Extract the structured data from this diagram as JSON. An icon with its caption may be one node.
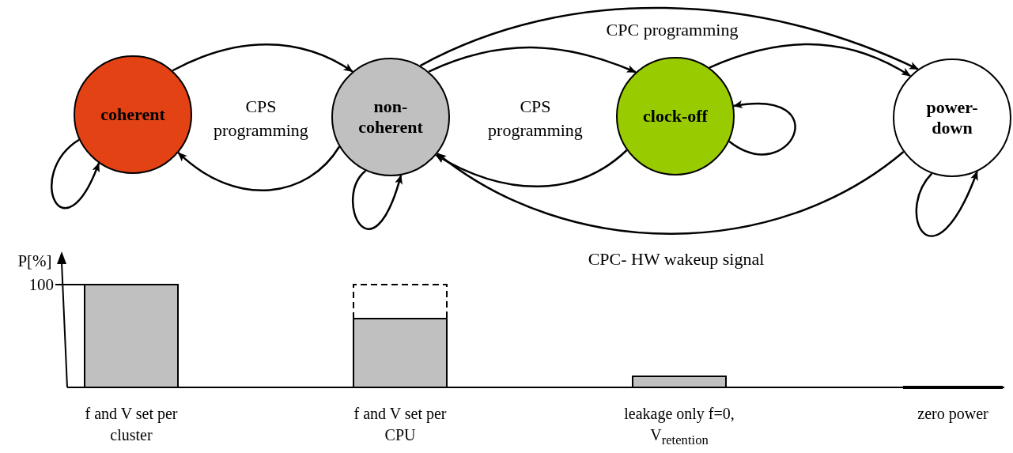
{
  "diagram": {
    "nodes": [
      {
        "text": [
          "coherent"
        ]
      },
      {
        "text": [
          "non-coherent"
        ]
      },
      {
        "text": [
          "clock-off"
        ]
      },
      {
        "text": [
          "power-down"
        ]
      }
    ],
    "edges": [
      {
        "from": 0,
        "to": 0,
        "arrow": "to"
      },
      {
        "from": 0,
        "to": 1,
        "arrow": "to"
      },
      {
        "from": 1,
        "to": 0,
        "arrow": "to"
      },
      {
        "from": 1,
        "to": 1,
        "arrow": "to"
      },
      {
        "from": 1,
        "to": 2,
        "arrow": "to"
      },
      {
        "from": 2,
        "to": 1,
        "arrow": "to"
      },
      {
        "from": 1,
        "to": 3,
        "arrow": "to",
        "label": "CPC programming"
      },
      {
        "from": 2,
        "to": 2,
        "arrow": "to"
      },
      {
        "from": 2,
        "to": 3,
        "arrow": "to"
      },
      {
        "from": 3,
        "to": 1,
        "arrow": "to",
        "label": "CPC- HW wakeup signal"
      },
      {
        "from": 3,
        "to": 3,
        "arrow": "to"
      }
    ],
    "labels": [
      "CPS programming",
      "CPS programming",
      "P[%]",
      "100",
      "f and V set per cluster",
      "f and V set per CPU",
      "leakage only f=0, V$_{retention}$",
      "zero power"
    ]
  }
}
